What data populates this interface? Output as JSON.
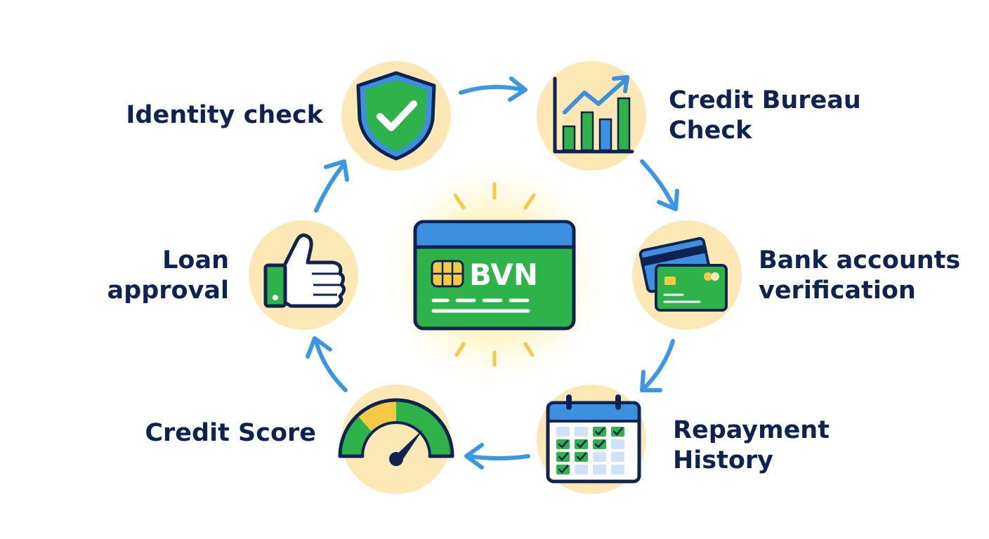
{
  "center": {
    "card_label": "BVN"
  },
  "steps": [
    {
      "id": "identity",
      "label": "Identity check",
      "icon": "shield-check-icon"
    },
    {
      "id": "bureau",
      "label": "Credit Bureau\nCheck",
      "icon": "bar-chart-icon"
    },
    {
      "id": "bank",
      "label": "Bank accounts\nverification",
      "icon": "bank-cards-icon"
    },
    {
      "id": "repayment",
      "label": "Repayment\nHistory",
      "icon": "calendar-checks-icon"
    },
    {
      "id": "score",
      "label": "Credit Score",
      "icon": "gauge-icon"
    },
    {
      "id": "loan",
      "label": "Loan\napproval",
      "icon": "thumbs-up-icon"
    }
  ],
  "colors": {
    "navy": "#0f2352",
    "green": "#2db34a",
    "blue": "#3d8fe0",
    "circle": "#fbe8b4",
    "yellow": "#f6c945",
    "arrow": "#3a96e6"
  }
}
